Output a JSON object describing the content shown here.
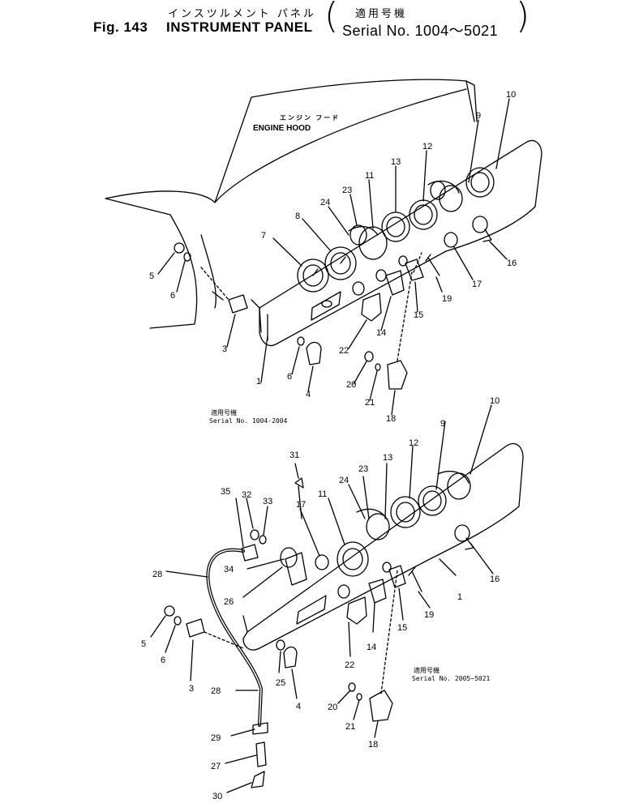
{
  "header": {
    "title_jp": "インスツルメント パネル",
    "fig_label": "Fig. 143",
    "title": "INSTRUMENT PANEL",
    "serial_jp": "適用号機",
    "serial": "Serial No. 1004～5021"
  },
  "top_view": {
    "hood_label_jp": "エンジン フード",
    "hood_label": "ENGINE HOOD",
    "serial_jp": "適用号機",
    "serial": "Serial No. 1004-2004",
    "callouts": [
      "10",
      "9",
      "12",
      "13",
      "11",
      "23",
      "24",
      "8",
      "7",
      "5",
      "6",
      "3",
      "1",
      "6",
      "4",
      "22",
      "14",
      "15",
      "19",
      "17",
      "16",
      "20",
      "21",
      "18"
    ]
  },
  "bottom_view": {
    "serial_jp": "適用号機",
    "serial": "Serial No. 2005~5021",
    "callouts": [
      "10",
      "9",
      "12",
      "13",
      "23",
      "24",
      "11",
      "31",
      "32",
      "33",
      "35",
      "17",
      "34",
      "28",
      "26",
      "5",
      "6",
      "3",
      "25",
      "4",
      "28",
      "29",
      "27",
      "30",
      "22",
      "14",
      "15",
      "19",
      "1",
      "16",
      "20",
      "21",
      "18"
    ]
  }
}
